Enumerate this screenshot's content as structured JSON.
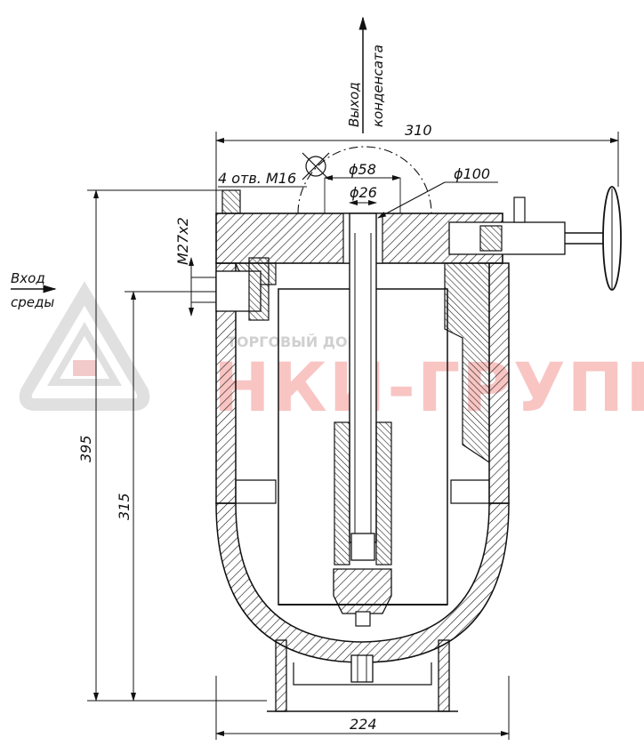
{
  "watermark": {
    "brand": "НКИ-ГРУПП",
    "tagline": "ТОРГОВЫЙ ДОМ",
    "color": "#e8322d",
    "logo_color": "#c8c8c8"
  },
  "labels": {
    "outlet_line1": "Выход",
    "outlet_line2": "конденсата",
    "inlet_line1": "Вход",
    "inlet_line2": "среды",
    "holes": "4 отв. М16",
    "thread": "М27х2"
  },
  "dimensions": {
    "total_width": "310",
    "diameter_58": "ϕ58",
    "diameter_26": "ϕ26",
    "diameter_100": "ϕ100",
    "total_height": "395",
    "inlet_height": "315",
    "base_width": "224"
  },
  "colors": {
    "line": "#111111",
    "hatch": "#222222"
  }
}
